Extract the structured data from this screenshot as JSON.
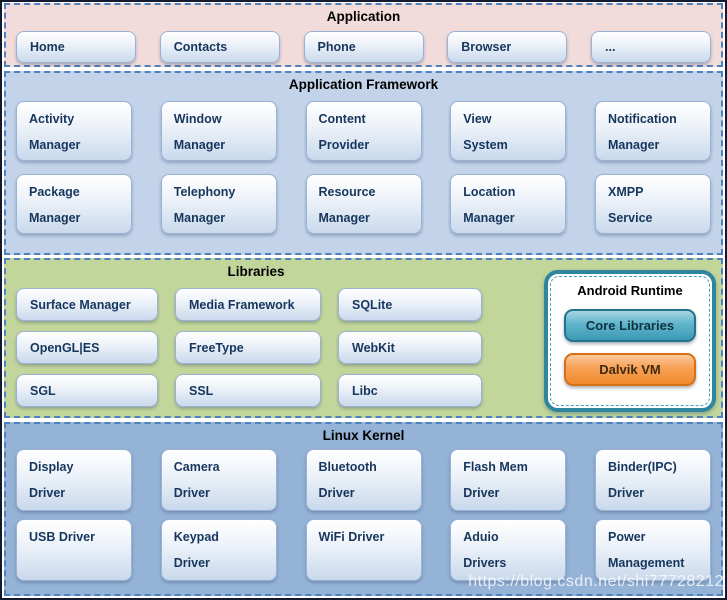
{
  "colors": {
    "application_bg": "#f2dcdb",
    "framework_bg": "#c3d4ea",
    "libraries_bg": "#c2d69b",
    "kernel_bg": "#95b3d7",
    "section_dashed_border": "#4f81bd",
    "block_button_fill": "#cfdff0",
    "block_button_text": "#17365d",
    "runtime_border": "#2f859e",
    "core_libraries_fill": "#4bacc6",
    "dalvik_vm_fill": "#f79646"
  },
  "watermark": "https://blog.csdn.net/shi77728212",
  "application": {
    "title": "Application",
    "buttons": [
      "Home",
      "Contacts",
      "Phone",
      "Browser",
      "..."
    ]
  },
  "framework": {
    "title": "Application Framework",
    "rows": [
      [
        "Activity\nManager",
        "Window\nManager",
        "Content\nProvider",
        "View\nSystem",
        "Notification\nManager"
      ],
      [
        "Package\nManager",
        "Telephony\nManager",
        "Resource\nManager",
        "Location\nManager",
        "XMPP\nService"
      ]
    ]
  },
  "libraries": {
    "title": "Libraries",
    "rows": [
      [
        "Surface Manager",
        "Media Framework",
        "SQLite"
      ],
      [
        "OpenGL|ES",
        "FreeType",
        "WebKit"
      ],
      [
        "SGL",
        "SSL",
        "Libc"
      ]
    ]
  },
  "runtime": {
    "title": "Android Runtime",
    "buttons": [
      "Core Libraries",
      "Dalvik VM"
    ]
  },
  "kernel": {
    "title": "Linux Kernel",
    "rows": [
      [
        "Display\nDriver",
        "Camera\nDriver",
        "Bluetooth\nDriver",
        "Flash Mem\nDriver",
        "Binder(IPC)\nDriver"
      ],
      [
        "USB Driver",
        "Keypad\nDriver",
        "WiFi Driver",
        "Aduio\nDrivers",
        "Power\nManagement"
      ]
    ]
  }
}
